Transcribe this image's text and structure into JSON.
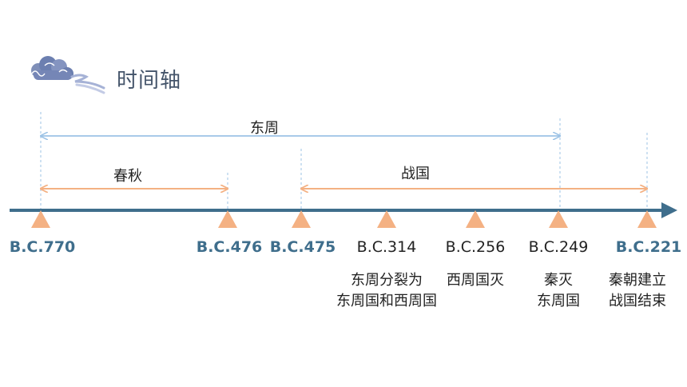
{
  "title": "时间轴",
  "icon": "cloud-icon",
  "colors": {
    "axis": "#3f6e8c",
    "marker": "#f4b183",
    "dongzhou_arrow": "#9dc3e6",
    "period_arrow": "#f4b183",
    "guide": "#9dc3e6",
    "bold_year": "#3f6e8c"
  },
  "spans": [
    {
      "id": "dongzhou",
      "label": "东周"
    },
    {
      "id": "chunqiu",
      "label": "春秋"
    },
    {
      "id": "zhanguo",
      "label": "战国"
    }
  ],
  "years": [
    {
      "label": "B.C.770",
      "bold": true
    },
    {
      "label": "B.C.476",
      "bold": true
    },
    {
      "label": "B.C.475",
      "bold": true
    },
    {
      "label": "B.C.314",
      "bold": false
    },
    {
      "label": "B.C.256",
      "bold": false
    },
    {
      "label": "B.C.249",
      "bold": false
    },
    {
      "label": "B.C.221",
      "bold": true
    }
  ],
  "events": [
    {
      "line1": "东周分裂为",
      "line2": "东周国和西周国"
    },
    {
      "line1": "西周国灭",
      "line2": ""
    },
    {
      "line1": "秦灭",
      "line2": "东周国"
    },
    {
      "line1": "秦朝建立",
      "line2": "战国结束"
    }
  ]
}
